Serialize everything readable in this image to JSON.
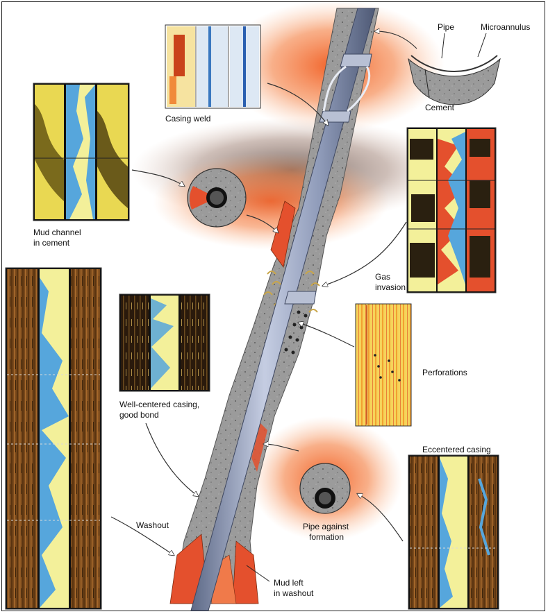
{
  "labels": {
    "pipe": "Pipe",
    "microannulus": "Microannulus",
    "cement": "Cement",
    "casing_weld": "Casing weld",
    "mud_channel_line1": "Mud channel",
    "mud_channel_line2": "in cement",
    "gas_line1": "Gas",
    "gas_line2": "invasion",
    "perforations": "Perforations",
    "well_centered_line1": "Well-centered casing,",
    "well_centered_line2": "good bond",
    "eccentered": "Eccentered casing",
    "washout": "Washout",
    "pipe_against_line1": "Pipe against",
    "pipe_against_line2": "formation",
    "mud_left_line1": "Mud left",
    "mud_left_line2": "in washout"
  },
  "colors": {
    "formation_orange": "#f26a2a",
    "cement_gray": "#9a9a9a",
    "pipe_blue": "#8e9ab8",
    "log_yellow": "#f3f09a",
    "log_blue": "#56a6dc",
    "log_brown": "#6b3a14",
    "mud_red": "#e4502d"
  }
}
